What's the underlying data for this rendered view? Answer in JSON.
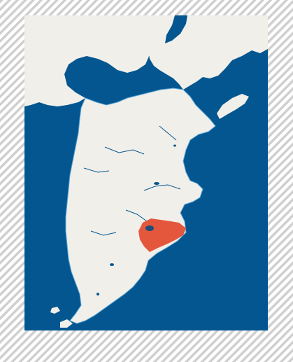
{
  "map": {
    "colors": {
      "sea": "#03568f",
      "land": "#f1efea",
      "highlight": "#e5573d",
      "lake": "#1d4d7a",
      "coast_line": "#5aa6d8",
      "frame_hatch": "#cfcfcf"
    },
    "highlighted_region": "selected-district",
    "features": [
      "sea",
      "land",
      "rivers",
      "lakes",
      "highlighted-region"
    ]
  }
}
